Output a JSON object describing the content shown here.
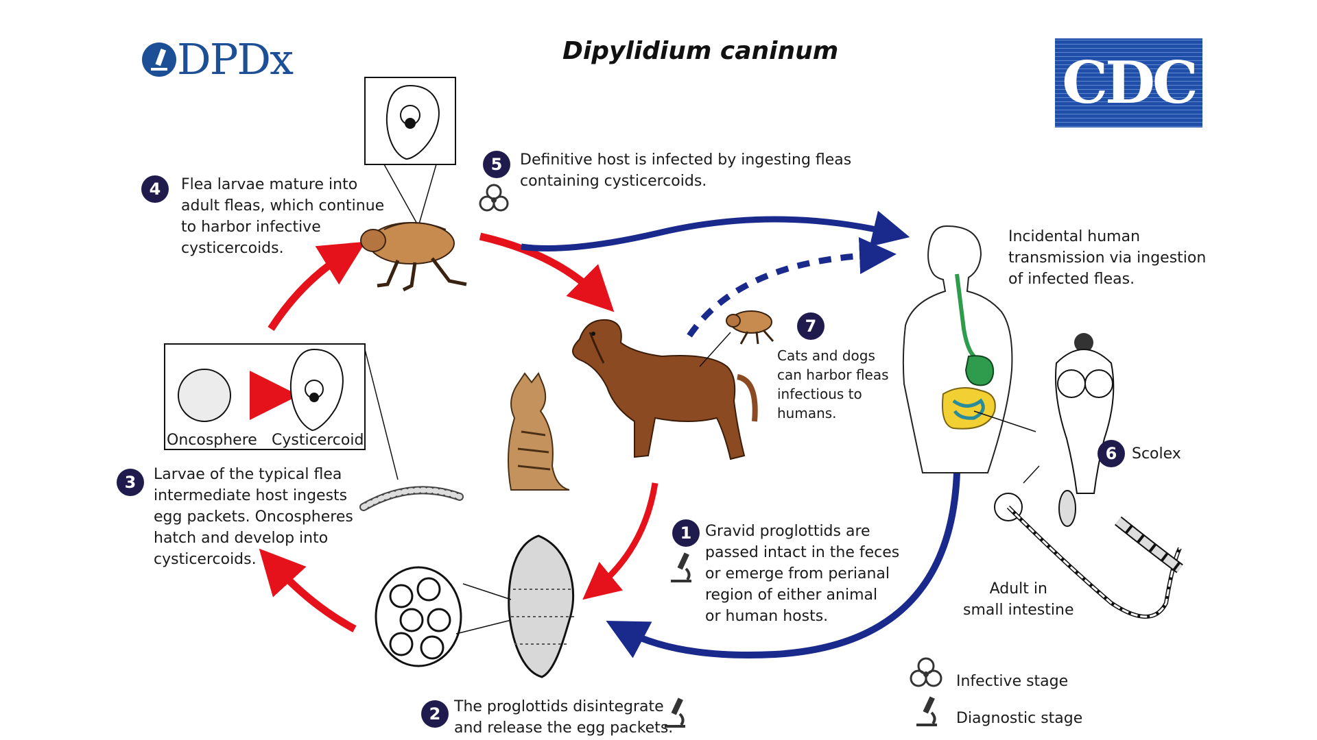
{
  "title": "Dipylidium caninum",
  "logos": {
    "left": "DPDx",
    "right": "CDC"
  },
  "colors": {
    "badge": "#1f1b4d",
    "red_arrow": "#e5121b",
    "blue_arrow": "#1a2a8c",
    "logo_blue": "#1c4f96",
    "cdc_bg": "#1f4fa8"
  },
  "steps": [
    {
      "number": "1",
      "text": "Gravid proglottids are\npassed intact in the feces\nor emerge from perianal\nregion of either animal\nor human hosts.",
      "icon": "microscope-icon"
    },
    {
      "number": "2",
      "text": "The proglottids disintegrate\nand release the egg packets.",
      "icon": "microscope-icon"
    },
    {
      "number": "3",
      "text": "Larvae of the typical flea\nintermediate host ingests\negg packets. Oncospheres\nhatch and develop into\ncysticercoids."
    },
    {
      "number": "4",
      "text": "Flea larvae mature into\nadult fleas, which continue\nto harbor infective\ncysticercoids."
    },
    {
      "number": "5",
      "text": "Definitive host is infected by ingesting fleas\ncontaining cysticercoids.",
      "icon": "biohazard-icon"
    },
    {
      "number": "6",
      "text": "Scolex"
    },
    {
      "number": "7",
      "text": "Cats and dogs\ncan harbor fleas\ninfectious to\nhumans."
    }
  ],
  "labels": {
    "human": "Incidental human\ntransmission via ingestion\nof infected fleas.",
    "oncosphere": "Oncosphere",
    "cysticercoid": "Cysticercoid",
    "adult": "Adult in\nsmall intestine"
  },
  "legend": {
    "infective": "Infective stage",
    "diagnostic": "Diagnostic stage"
  }
}
